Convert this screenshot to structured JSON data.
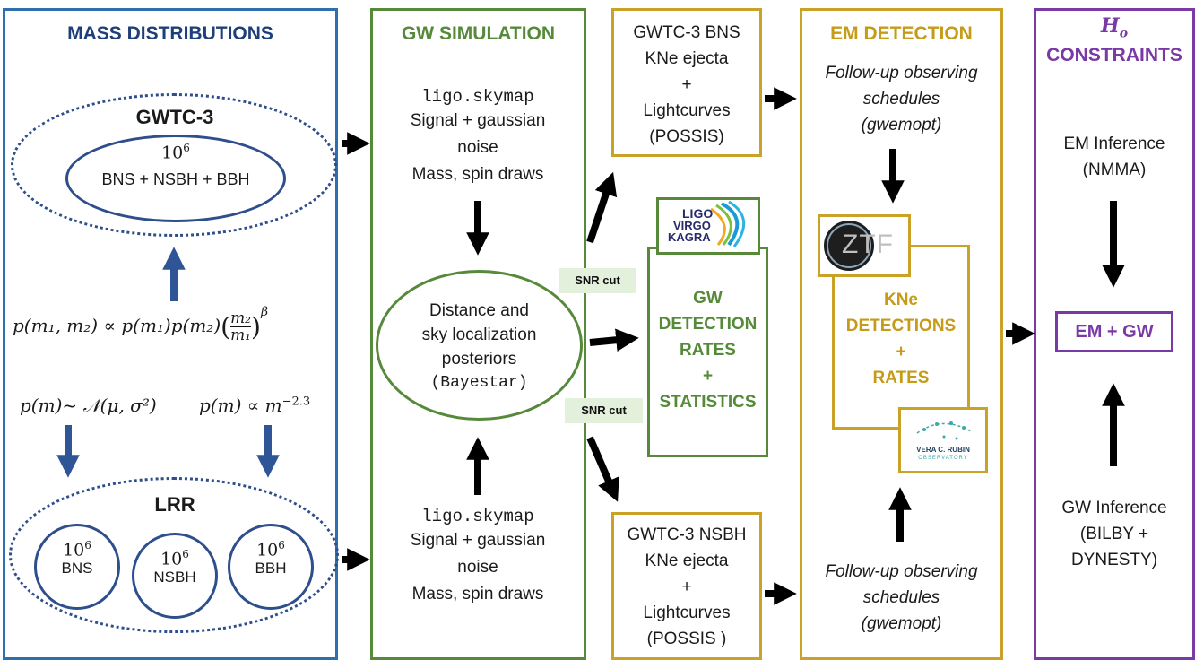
{
  "mass": {
    "title": "MASS DISTRIBUTIONS",
    "gwtc3_label": "GWTC-3",
    "gwtc3_count": "10",
    "gwtc3_count_exp": "6",
    "gwtc3_types": "BNS + NSBH + BBH",
    "pairing_eq": "p(m₁, m₂) ∝ p(m₁)p(m₂)",
    "pairing_frac_num": "m₂",
    "pairing_frac_den": "m₁",
    "pairing_exp": "β",
    "gaussian_eq": "p(m)~ 𝒩(μ, σ²)",
    "powerlaw_eq": "p(m) ∝ m",
    "powerlaw_exp": "−2.3",
    "lrr_label": "LRR",
    "lrr_count": "10",
    "lrr_count_exp": "6",
    "lrr_bns": "BNS",
    "lrr_nsbh": "NSBH",
    "lrr_bbh": "BBH"
  },
  "gw_sim": {
    "title": "GW SIMULATION",
    "top_tool": "ligo.skymap",
    "top_lines": [
      "Signal + gaussian",
      "noise",
      "Mass, spin draws"
    ],
    "posterior_lines": [
      "Distance and",
      "sky localization",
      "posteriors"
    ],
    "posterior_tool": "(Bayestar)",
    "bottom_tool": "ligo.skymap",
    "bottom_lines": [
      "Signal + gaussian",
      "noise",
      "Mass, spin draws"
    ]
  },
  "snr_cut_top": "SNR cut",
  "snr_cut_bottom": "SNR cut",
  "bns_box": {
    "lines": [
      "GWTC-3 BNS",
      "KNe ejecta",
      "+",
      "Lightcurves",
      "(POSSIS)"
    ]
  },
  "nsbh_box": {
    "lines": [
      "GWTC-3 NSBH",
      "KNe ejecta",
      "+",
      "Lightcurves",
      "(POSSIS )"
    ]
  },
  "gw_detection": {
    "logo_lines": [
      "LIGO",
      "VIRGO",
      "KAGRA"
    ],
    "lines": [
      "GW",
      "DETECTION",
      "RATES",
      "+",
      "STATISTICS"
    ]
  },
  "em": {
    "title": "EM DETECTION",
    "top_sched": [
      "Follow-up observing",
      "schedules",
      "(gwemopt)"
    ],
    "ztf_logo": "ZTF",
    "kne_lines": [
      "KNe",
      "DETECTIONS",
      "+",
      "RATES"
    ],
    "rubin_logo_lines": [
      "VERA C. RUBIN",
      "OBSERVATORY"
    ],
    "bottom_sched": [
      "Follow-up observing",
      "schedules",
      "(gwemopt)"
    ]
  },
  "ho": {
    "title_sym": "H",
    "title_sub": "o",
    "title": "CONSTRAINTS",
    "em_inference": [
      "EM Inference",
      "(NMMA)"
    ],
    "combined": "EM + GW",
    "gw_inference": [
      "GW Inference",
      "(BILBY +",
      "DYNESTY)"
    ]
  },
  "colors": {
    "mass_border": "#2e6fb0",
    "mass_title": "#1f3f7a",
    "gw_green": "#568a3a",
    "gold": "#c9a227",
    "purple": "#7a3aa6",
    "arrow_black": "#000000",
    "arrow_blue": "#2f5597"
  }
}
